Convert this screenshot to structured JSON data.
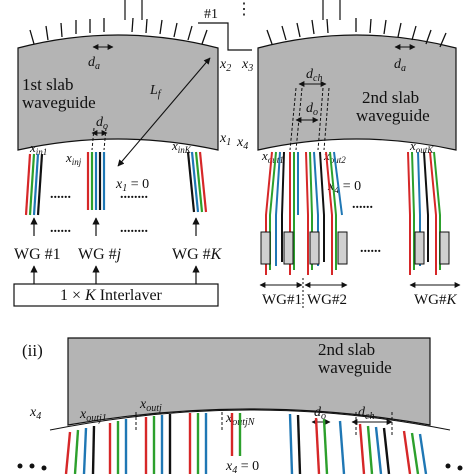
{
  "colors": {
    "slab_fill": "#b4b4b4",
    "red": "#d62728",
    "green": "#2ca02c",
    "blue": "#1f77b4",
    "black": "#111111"
  },
  "top": {
    "hash1": "#1",
    "dots_top": "⋮",
    "slab1_line1": "1st slab",
    "slab1_line2": "waveguide",
    "slab2_line1": "2nd slab",
    "slab2_line2": "waveguide",
    "da_left": "d",
    "da_left_sub": "a",
    "da_right": "d",
    "da_right_sub": "a",
    "lf": "L",
    "lf_sub": "f",
    "x2": "x",
    "x2_sub": "2",
    "x3": "x",
    "x3_sub": "3",
    "x1": "x",
    "x1_sub": "1",
    "x4": "x",
    "x4_sub": "4",
    "do_left": "d",
    "do_left_sub": "o",
    "dch": "d",
    "dch_sub": "ch",
    "do_right": "d",
    "do_right_sub": "o",
    "xin1": "x",
    "xin1_sub": "in1",
    "xinj": "x",
    "xinj_sub": "inj",
    "xinK": "x",
    "xinK_sub": "inK",
    "x1_eq": "x",
    "x1_eq_sub": "1",
    "x1_eq_val": " = 0",
    "xout1": "x",
    "xout1_sub": "out1",
    "xout2": "x",
    "xout2_sub": "out2",
    "xoutK": "x",
    "xoutK_sub": "outK",
    "x4_eq": "x",
    "x4_eq_sub": "4",
    "x4_eq_val": " = 0",
    "dots_left_wg": "......",
    "dots_mid_wg": "........",
    "dots_right_top": "......",
    "dots_right_mid": "......",
    "wg_1": "WG #1",
    "wg_j_pre": "WG #",
    "wg_j": "j",
    "wg_k_pre": "WG #",
    "wg_k": "K",
    "interleaver_pre": "1 × ",
    "interleaver_k": "K",
    "interleaver_post": " Interlaver",
    "wgout_1": "WG#1",
    "wgout_2": "WG#2",
    "wgout_k_pre": "WG#",
    "wgout_k": "K"
  },
  "bottom": {
    "panel_label": "(ii)",
    "slab_line1": "2nd slab",
    "slab_line2": "waveguide",
    "x4": "x",
    "x4_sub": "4",
    "xoutj1": "x",
    "xoutj1_sub": "outj1",
    "xoutj": "x",
    "xoutj_sub": "outj",
    "xoutjN": "x",
    "xoutjN_sub": "outjN",
    "do": "d",
    "do_sub": "o",
    "dch": "d",
    "dch_sub": "ch",
    "x4_eq": "x",
    "x4_eq_sub": "4",
    "x4_eq_val": " = 0"
  }
}
